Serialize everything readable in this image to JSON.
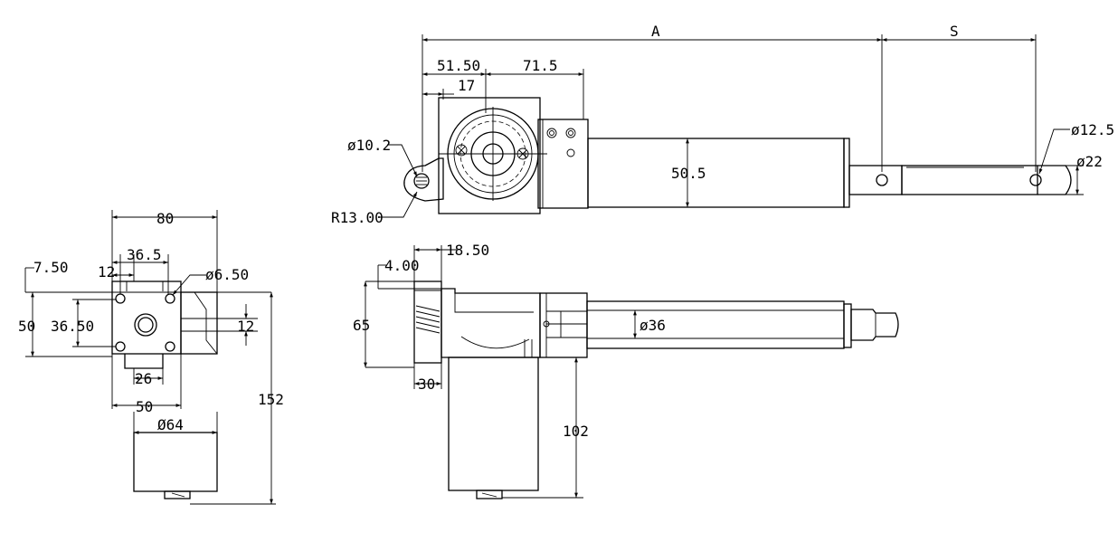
{
  "dims": {
    "A": "A",
    "S": "S",
    "d_51_50": "51.50",
    "d_71_5": "71.5",
    "d_17": "17",
    "phi_10_2": "ø10.2",
    "r_13_00": "R13.00",
    "d_50_5": "50.5",
    "phi_12_5": "ø12.5",
    "phi_22": "ø22",
    "d_80": "80",
    "d_7_50": "7.50",
    "d_12_top": "12",
    "d_36_5": "36.5",
    "phi_6_50": "ø6.50",
    "d_50_left": "50",
    "d_36_50": "36.50",
    "d_12_right": "12",
    "d_26": "26",
    "d_50_bottom": "50",
    "phi_64": "Ø64",
    "d_152": "152",
    "d_18_50": "18.50",
    "d_4_00": "4.00",
    "d_65": "65",
    "phi_36": "ø36",
    "d_30": "30",
    "d_102": "102"
  }
}
